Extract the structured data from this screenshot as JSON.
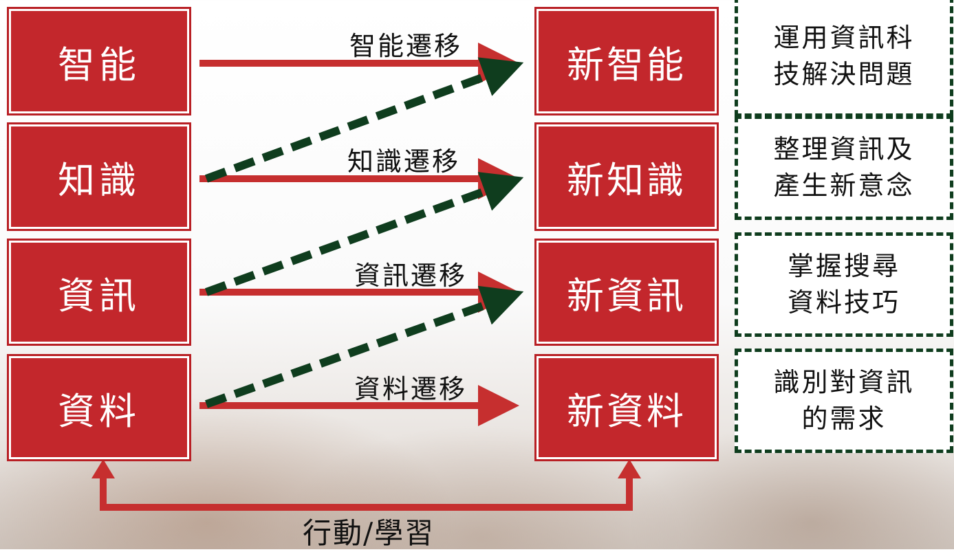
{
  "sources": [
    "智能",
    "知識",
    "資訊",
    "資料"
  ],
  "targets": [
    "新智能",
    "新知識",
    "新資訊",
    "新資料"
  ],
  "transfers": [
    "智能遷移",
    "知識遷移",
    "資訊遷移",
    "資料遷移"
  ],
  "notes": [
    [
      "運用資訊科",
      "技解決問題"
    ],
    [
      "整理資訊及",
      "產生新意念"
    ],
    [
      "掌握搜尋",
      "資料技巧"
    ],
    [
      "識別對資訊",
      "的需求"
    ]
  ],
  "bottom_label": "行動/學習",
  "colors": {
    "box": "#c3272c",
    "arrow": "#c62f2f",
    "dashed": "#0f3d1e"
  }
}
